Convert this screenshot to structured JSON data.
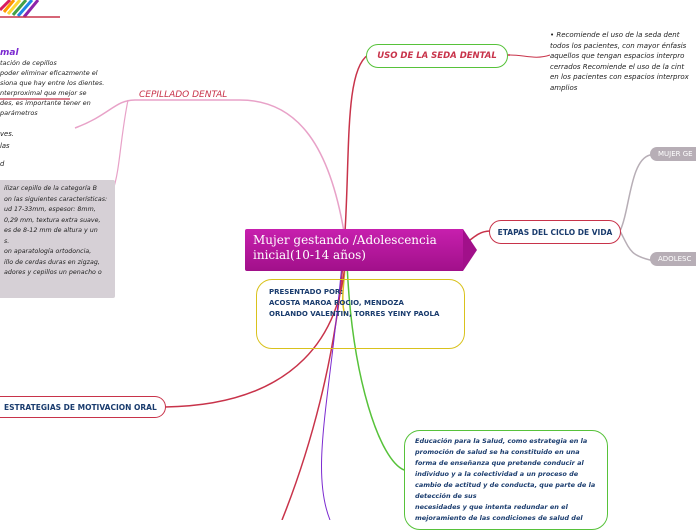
{
  "central": {
    "title": "Mujer gestando /Adolescencia inicial(10-14 años)"
  },
  "left": {
    "top_heading": "mal",
    "top_note_lines": [
      "tación de cepillos",
      "poder eliminar eficazmente el",
      "siona que hay entre los dientes.",
      "nterproximal que mejor se",
      "des, es importante tener en",
      "parámetros"
    ],
    "mini_lines": [
      "ves.",
      "las",
      "d"
    ],
    "cepillado_label": "CEPILLADO DENTAL",
    "gray_box_lines": [
      "ilizar cepillo de la categoría B",
      "on las siguientes características:",
      "ud 17-33mm, espesor: 8mm,",
      "0,29 mm, textura extra suave,",
      "es de 8-12 mm de altura y un",
      "s.",
      "on aparatología ortodoncia,",
      "illo de cerdas duras en zigzag,",
      "adores y cepillos un penacho o"
    ],
    "estrategias_label": "ESTRATEGIAS DE MOTIVACION ORAL"
  },
  "right": {
    "seda_label": "USO DE LA SEDA DENTAL",
    "seda_note_lines": [
      "•      Recomiende el uso de la seda dent",
      "todos los pacientes, con mayor énfasis",
      "aquellos que tengan espacios interpro",
      "cerrados Recomiende el uso de la cint",
      "en los pacientes con espacios interprox",
      "amplios"
    ],
    "etapas_label": "ETAPAS DEL CICLO DE VIDA",
    "mujer_label": "MUJER GE",
    "adolesc_label": "ADOLESC"
  },
  "presentado": {
    "line1": "PRESENTADO POR:",
    "line2": "ACOSTA MAROA ROCIO, MENDOZA",
    "line3": "ORLANDO VALENTIN, TORRES YEINY PAOLA"
  },
  "educacion": {
    "lines": [
      "Educación para la Salud, como estrategia en la",
      "promoción de salud se ha constituido en una",
      "forma de enseñanza que pretende conducir al",
      "individuo y a la colectividad a un proceso de",
      "cambio de actitud y de conducta, que parte de la",
      "detección de sus",
      "necesidades y que intenta redundar en el",
      "mejoramiento de las condiciones de salud del"
    ]
  },
  "colors": {
    "central": "#b4169a",
    "red": "#c8334a",
    "green": "#57c23a",
    "purple": "#7b2ad0",
    "pink": "#e8a2c8",
    "yellow": "#d9c21d",
    "gray": "#b7aeb6"
  }
}
